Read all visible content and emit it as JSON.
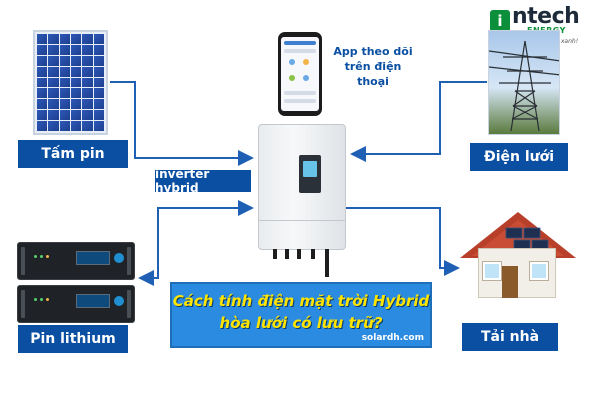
{
  "labels": {
    "solar_panel": "Tấm pin",
    "grid": "Điện lưới",
    "battery": "Pin lithium",
    "home_load": "Tải nhà",
    "inverter": "inverter hybrid"
  },
  "app_text": {
    "line1": "App theo dõi",
    "line2": "trên điện thoại"
  },
  "logo": {
    "badge": "i",
    "name": "ntech",
    "sub": "ENERGY",
    "tagline": "Cho cuộc sống xanh!"
  },
  "question": {
    "line1": "Cách tính điện mặt trời Hybrid",
    "line2": "hòa lưới có lưu trữ?",
    "site": "solardh.com"
  },
  "colors": {
    "label_bg": "#0b4fa3",
    "arrow": "#1f5fb4",
    "question_text": "#ffe400",
    "question_bg": "#2a8be0"
  },
  "icons": [
    "solar-panel-icon",
    "smartphone-icon",
    "inverter-icon",
    "power-tower-icon",
    "battery-icon",
    "house-icon"
  ]
}
